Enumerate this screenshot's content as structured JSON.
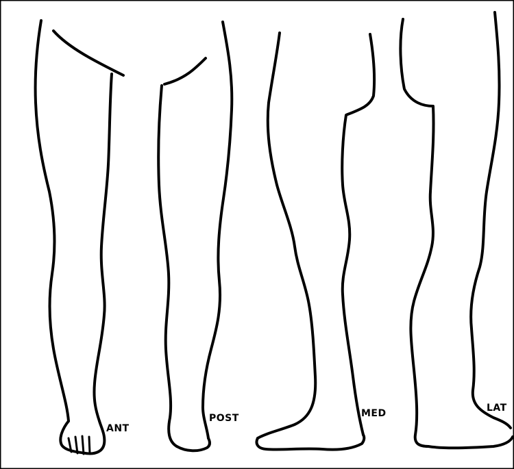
{
  "figure": {
    "views": [
      {
        "id": "anterior",
        "label": "ANT"
      },
      {
        "id": "posterior",
        "label": "POST"
      },
      {
        "id": "medial",
        "label": "MED"
      },
      {
        "id": "lateral",
        "label": "LAT"
      }
    ],
    "colors": {
      "ink": "#000000",
      "paper": "#ffffff"
    }
  }
}
